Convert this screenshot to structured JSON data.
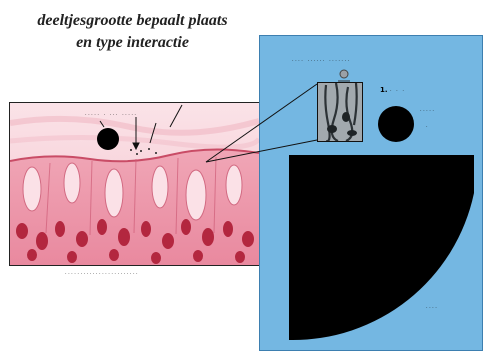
{
  "title": {
    "line1": "deeltjesgrootte bepaalt plaats",
    "line2": "en type interactie"
  },
  "labels": {
    "histo_top": "·····  · ···  ·····",
    "histo_caption": "························",
    "panel_top": "···· ······ ·······",
    "circle_label": "·····",
    "circle_sub": "·",
    "reference": "1.",
    "reference_dots": "· · ·",
    "quadrant_label": "····"
  },
  "colors": {
    "panel": "#74b7e2",
    "tissue_pink": "#f3b8c4",
    "tissue_dark": "#d8566f",
    "nucleus": "#b3273f",
    "shape": "#000000"
  }
}
